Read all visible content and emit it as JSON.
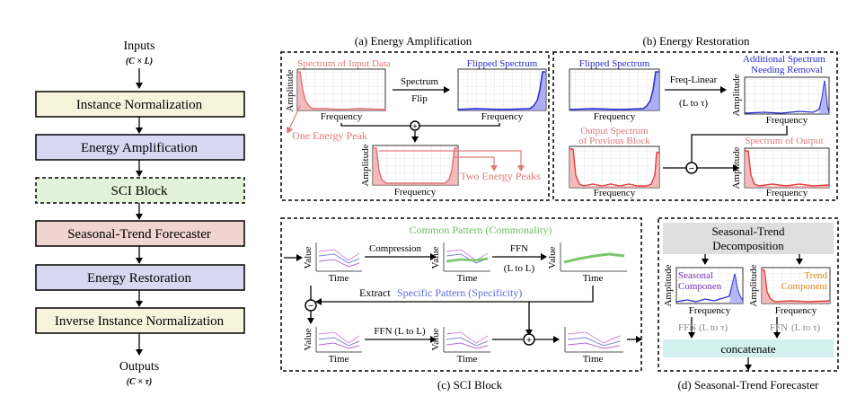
{
  "pipeline": {
    "inputs_label": "Inputs",
    "inputs_shape": "(C × L)",
    "blocks": [
      {
        "label": "Instance Normalization",
        "fill": "#f7f4dc"
      },
      {
        "label": "Energy Amplification",
        "fill": "#d8d8f2"
      },
      {
        "label": "SCI Block",
        "fill": "#e3f2da"
      },
      {
        "label": "Seasonal-Trend Forecaster",
        "fill": "#f0d4cf"
      },
      {
        "label": "Energy Restoration",
        "fill": "#d8d8f2"
      },
      {
        "label": "Inverse Instance Normalization",
        "fill": "#f7f4dc"
      }
    ],
    "outputs_label": "Outputs",
    "outputs_shape": "(C × τ)"
  },
  "panel_a": {
    "title": "(a) Energy Amplification",
    "spectrum_input_label": "Spectrum of Input Data",
    "flipped_label": "Flipped Spectrum",
    "arrow_label_1": "Spectrum",
    "arrow_label_2": "Flip",
    "one_peak_label": "One Energy Peak",
    "two_peaks_label": "Two Energy Peaks",
    "amplitude": "Amplitude",
    "frequency": "Frequency",
    "plus": "+"
  },
  "panel_b": {
    "title": "(b) Energy Restoration",
    "flipped_label": "Flipped Spectrum",
    "freq_linear_1": "Freq-Linear",
    "freq_linear_2": "(L to τ)",
    "additional_1": "Additional  Spectrum",
    "additional_2": "Needing Removal",
    "prev_output_1": "Output Spectrum",
    "prev_output_2": "of Previous Block",
    "spectrum_output": "Spectrum of Output",
    "amplitude": "Amplitude",
    "frequency": "Frequency",
    "minus": "−"
  },
  "panel_c": {
    "title": "(c) SCI Block",
    "common_pattern": "Common Pattern (Commonality)",
    "compression": "Compression",
    "ffn": "FFN",
    "ffn_sub": "(L to L)",
    "extract": "Extract",
    "specific_pattern": "Specific Pattern (Specificity)",
    "ffn_full": "FFN (L to L)",
    "value": "Value",
    "time": "Time"
  },
  "panel_d": {
    "title": "(d) Seasonal-Trend Forecaster",
    "decomp_1": "Seasonal-Trend",
    "decomp_2": "Decomposition",
    "seasonal_1": "Seasonal",
    "seasonal_2": "Componen",
    "trend_1": "Trend",
    "trend_2": "Component",
    "ffn_1": "FFN",
    "ffn_2": "(L to τ)",
    "concat": "concatenate",
    "amplitude": "Amplitude",
    "frequency": "Frequency"
  },
  "colors": {
    "red_line": "#e0787a",
    "red_fill": "#f2a9aa",
    "blue_line": "#2a2ad0",
    "blue_fill": "#9a9af2",
    "green_text": "#6fbf62",
    "green_line": "#7ac76c",
    "purple_text": "#7a2fb5",
    "orange_text": "#e08a1a",
    "specific_blue": "#5a6cdc",
    "concat_fill": "#d2f0ee",
    "decomp_fill": "#dedede"
  }
}
